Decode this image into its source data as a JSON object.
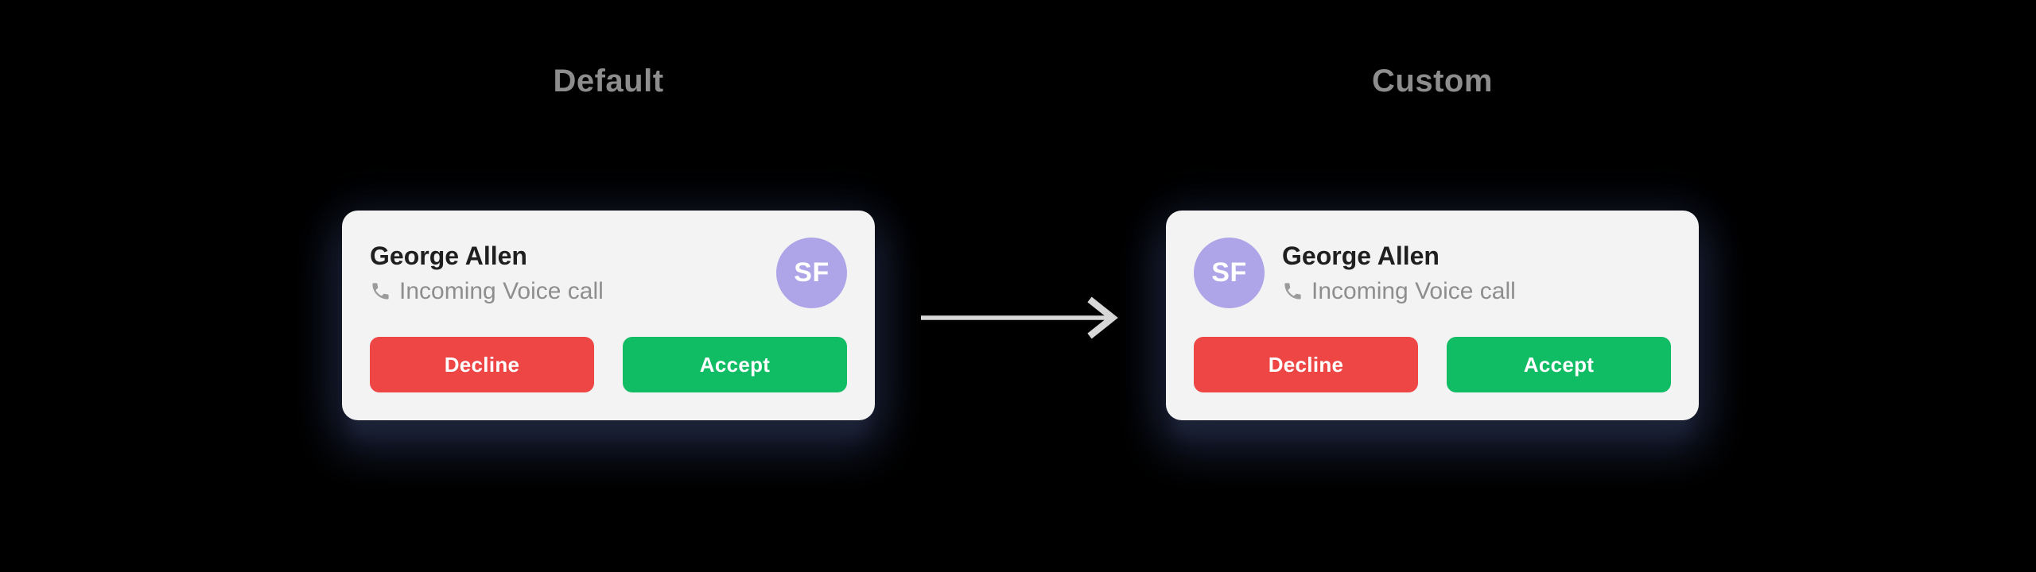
{
  "page": {
    "background_color": "#000000"
  },
  "colors": {
    "card-bg": "#F3F3F4",
    "caller-name": "#1F1F1F",
    "secondary-text": "#8E8E8E",
    "heading-text": "#8D8D8D",
    "decline-bg": "#EE4545",
    "accept-bg": "#10BC64",
    "avatar-bg": "#AEA4E8",
    "avatar-text": "#FFFFFF",
    "arrow": "#D8D8D8"
  },
  "sections": [
    {
      "heading": "Default",
      "card": {
        "caller_name": "George Allen",
        "call_status": "Incoming Voice call",
        "status_icon": "phone-call-icon",
        "avatar_initials": "SF",
        "avatar_position": "right",
        "buttons": {
          "decline": "Decline",
          "accept": "Accept"
        }
      }
    },
    {
      "heading": "Custom",
      "card": {
        "caller_name": "George Allen",
        "call_status": "Incoming Voice call",
        "status_icon": "phone-call-icon",
        "avatar_initials": "SF",
        "avatar_position": "left",
        "buttons": {
          "decline": "Decline",
          "accept": "Accept"
        }
      }
    }
  ],
  "arrow": {
    "icon": "arrow-right-icon",
    "direction": "right"
  }
}
